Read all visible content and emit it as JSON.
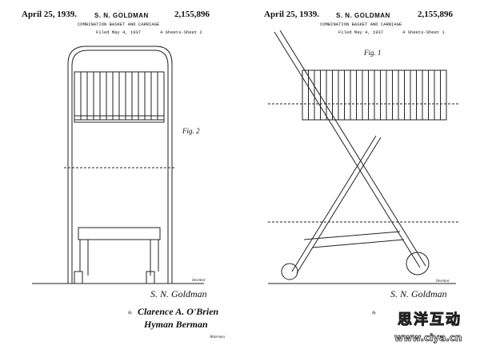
{
  "sheets": [
    {
      "date": "April 25, 1939.",
      "inventor_header": "S. N. GOLDMAN",
      "patent_number": "2,155,896",
      "title": "COMBINATION BASKET AND CARRIAGE",
      "filed": "Filed May 4, 1937",
      "sheet": "4 Sheets-Sheet 2",
      "figure": "Fig. 2",
      "inventor_label": "Inventor",
      "inventor_signature": "S. N. Goldman",
      "by": "By",
      "attorney_signature_1": "Clarence A. O'Brien",
      "attorney_signature_2": "Hyman Berman",
      "attorneys_label": "Attorneys"
    },
    {
      "date": "April 25, 1939.",
      "inventor_header": "S. N. GOLDMAN",
      "patent_number": "2,155,896",
      "title": "COMBINATION BASKET AND CARRIAGE",
      "filed": "Filed May 4, 1937",
      "sheet": "4 Sheets-Sheet 1",
      "figure": "Fig. 1",
      "inventor_label": "Inventor",
      "inventor_signature": "S. N. Goldman",
      "by": "By"
    }
  ],
  "watermark": {
    "chinese": "思洋互动",
    "url": "www.ciya.cn"
  }
}
